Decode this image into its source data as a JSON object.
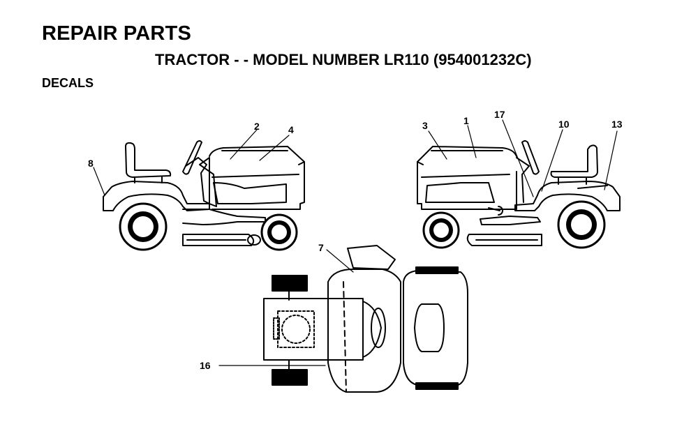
{
  "header": {
    "title": "REPAIR PARTS",
    "subtitle": "TRACTOR - - MODEL NUMBER LR110 (954001232C)",
    "section": "DECALS"
  },
  "callouts": [
    "2",
    "4",
    "8",
    "3",
    "1",
    "17",
    "10",
    "13",
    "7",
    "16"
  ]
}
